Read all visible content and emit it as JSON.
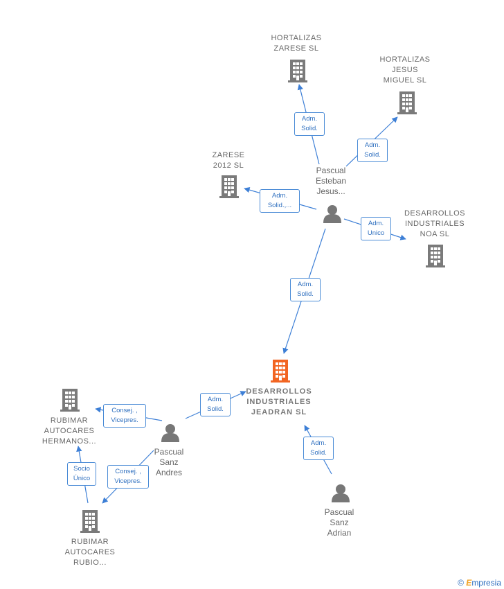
{
  "nodes": {
    "hortalizas_zarese": {
      "label": "HORTALIZAS\nZARESE SL",
      "type": "company"
    },
    "hortalizas_jesus": {
      "label": "HORTALIZAS\nJESUS\nMIGUEL  SL",
      "type": "company"
    },
    "zarese_2012": {
      "label": "ZARESE\n2012  SL",
      "type": "company"
    },
    "desarrollos_noa": {
      "label": "DESARROLLOS\nINDUSTRIALES\nNOA  SL",
      "type": "company"
    },
    "desarrollos_jeadran": {
      "label": "DESARROLLOS\nINDUSTRIALES\nJEADRAN  SL",
      "type": "company-main"
    },
    "rubimar_hermanos": {
      "label": "RUBIMAR\nAUTOCARES\nHERMANOS...",
      "type": "company"
    },
    "rubimar_rubio": {
      "label": "RUBIMAR\nAUTOCARES\nRUBIO...",
      "type": "company"
    },
    "pascual_esteban": {
      "label": "Pascual\nEsteban\nJesus...",
      "type": "person"
    },
    "pascual_andres": {
      "label": "Pascual\nSanz\nAndres",
      "type": "person"
    },
    "pascual_adrian": {
      "label": "Pascual\nSanz\nAdrian",
      "type": "person"
    }
  },
  "edges": [
    {
      "badge": "Adm.\nSolid."
    },
    {
      "badge": "Adm.\nSolid."
    },
    {
      "badge": "Adm.\nSolid.,..."
    },
    {
      "badge": "Adm.\nUnico"
    },
    {
      "badge": "Adm.\nSolid."
    },
    {
      "badge": "Adm.\nSolid."
    },
    {
      "badge": "Consej. ,\nVicepres."
    },
    {
      "badge": "Consej. ,\nVicepres."
    },
    {
      "badge": "Socio\nÚnico"
    },
    {
      "badge": "Adm.\nSolid."
    }
  ],
  "footer": {
    "copyright": "©",
    "brand_first": "E",
    "brand_rest": "mpresia"
  },
  "colors": {
    "edge": "#3d7fd6",
    "company": "#7a7a7a",
    "main_company": "#f26522",
    "person": "#777777",
    "badge_text": "#2e6fbf"
  }
}
